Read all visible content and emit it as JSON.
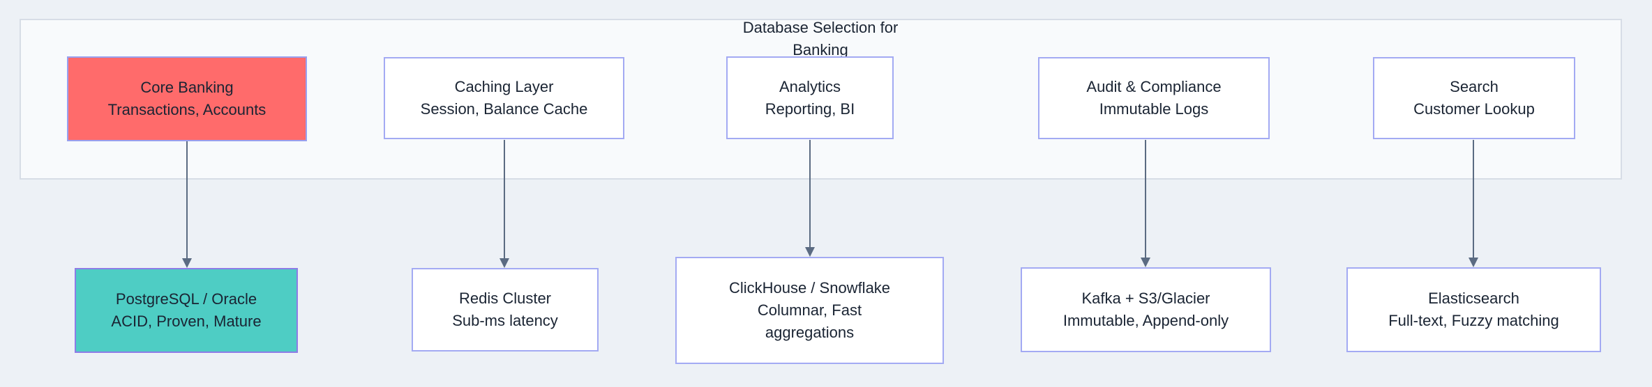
{
  "page": {
    "background": "#edf1f6",
    "cluster_background": "#f8fafc",
    "cluster_border": "#d7dde6",
    "text_color": "#1a2433",
    "node_fill": "#ffffff",
    "node_border": "#a3aaf3",
    "arrow_color": "#5b6b82"
  },
  "diagram": {
    "title": {
      "line1": "Database Selection for",
      "line2": "Banking"
    },
    "nodes": {
      "core_banking": {
        "lines": [
          "Core Banking",
          "Transactions, Accounts"
        ],
        "fill": "#ff6b6b",
        "border": "#98a0ef"
      },
      "caching": {
        "lines": [
          "Caching Layer",
          "Session, Balance Cache"
        ]
      },
      "analytics": {
        "lines": [
          "Analytics",
          "Reporting, BI"
        ]
      },
      "audit": {
        "lines": [
          "Audit & Compliance",
          "Immutable Logs"
        ]
      },
      "search": {
        "lines": [
          "Search",
          "Customer Lookup"
        ]
      },
      "postgres": {
        "lines": [
          "PostgreSQL / Oracle",
          "ACID, Proven, Mature"
        ],
        "fill": "#4ecdc4",
        "border": "#8d7ce6"
      },
      "redis": {
        "lines": [
          "Redis Cluster",
          "Sub-ms latency"
        ]
      },
      "clickhouse": {
        "lines": [
          "ClickHouse / Snowflake",
          "Columnar, Fast",
          "aggregations"
        ]
      },
      "kafka": {
        "lines": [
          "Kafka + S3/Glacier",
          "Immutable, Append-only"
        ]
      },
      "elasticsearch": {
        "lines": [
          "Elasticsearch",
          "Full-text, Fuzzy matching"
        ]
      }
    },
    "edges": [
      {
        "from": "core_banking",
        "to": "postgres"
      },
      {
        "from": "caching",
        "to": "redis"
      },
      {
        "from": "analytics",
        "to": "clickhouse"
      },
      {
        "from": "audit",
        "to": "kafka"
      },
      {
        "from": "search",
        "to": "elasticsearch"
      }
    ]
  }
}
